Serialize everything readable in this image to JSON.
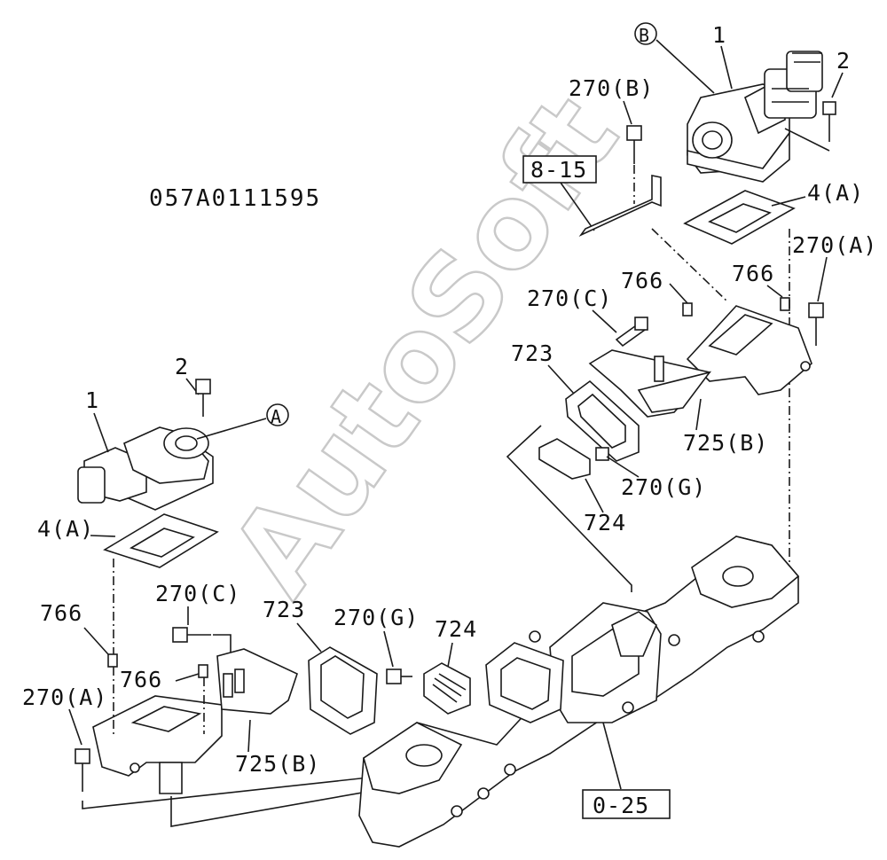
{
  "drawing_code": "057A0111595",
  "watermark": "AutoSoft",
  "references": {
    "ref_8_15": "8-15",
    "ref_0_25": "0-25"
  },
  "callouts": {
    "A": "A",
    "B": "B"
  },
  "labels": {
    "top_1": "1",
    "top_2": "2",
    "top_270B": "270(B)",
    "top_4A": "4(A)",
    "top_270A": "270(A)",
    "top_766a": "766",
    "top_766b": "766",
    "top_270C": "270(C)",
    "top_723": "723",
    "top_725B": "725(B)",
    "top_270G": "270(G)",
    "top_724": "724",
    "bot_2": "2",
    "bot_1": "1",
    "bot_4A": "4(A)",
    "bot_766a": "766",
    "bot_270C": "270(C)",
    "bot_723": "723",
    "bot_270G": "270(G)",
    "bot_724": "724",
    "bot_766b": "766",
    "bot_270A": "270(A)",
    "bot_725B": "725(B)"
  }
}
